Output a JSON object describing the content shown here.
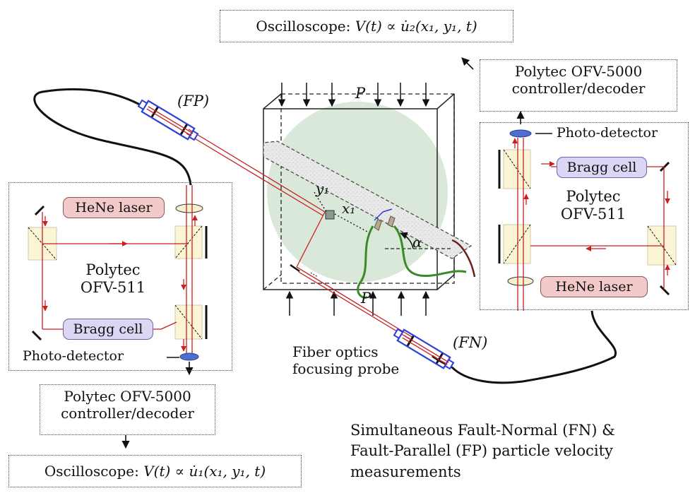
{
  "top_oscilloscope": {
    "prefix": "Oscilloscope:",
    "formula": "V(t) ∝ u̇₂(x₁, y₁, t)"
  },
  "bottom_oscilloscope": {
    "prefix": "Oscilloscope:",
    "formula": "V(t) ∝ u̇₁(x₁, y₁, t)"
  },
  "right_controller": {
    "line1": "Polytec OFV-5000",
    "line2": "controller/decoder"
  },
  "left_controller": {
    "line1": "Polytec OFV-5000",
    "line2": "controller/decoder"
  },
  "left_interferometer": {
    "laser": "HeNe laser",
    "bragg": "Bragg cell",
    "model_line1": "Polytec",
    "model_line2": "OFV-511",
    "detector": "Photo-detector"
  },
  "right_interferometer": {
    "laser": "HeNe laser",
    "bragg": "Bragg cell",
    "model_line1": "Polytec",
    "model_line2": "OFV-511",
    "detector": "Photo-detector"
  },
  "probe_fp": "(FP)",
  "probe_fn": "(FN)",
  "load_top": "P",
  "load_bottom": "P",
  "coord_y": "y₁",
  "coord_x": "x₁",
  "angle": "α",
  "probe_caption": {
    "line1": "Fiber optics",
    "line2": "focusing probe"
  },
  "caption": {
    "line1": "Simultaneous Fault-Normal (FN) &",
    "line2": "Fault-Parallel (FP) particle velocity",
    "line3": "measurements"
  },
  "colors": {
    "laser_beam": "#c81e1e",
    "probe_frame": "#2b3fd9",
    "specimen_circle": "#d9e8d8",
    "gauge_wire": "#3a8a28",
    "fault_band": "#e6e6e6"
  }
}
